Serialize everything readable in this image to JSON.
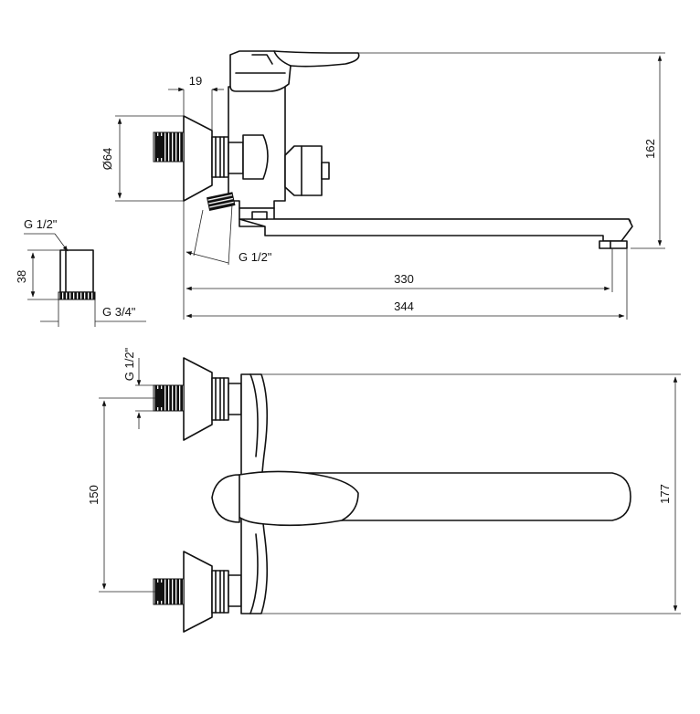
{
  "drawing": {
    "dimensions": {
      "offset_19": "19",
      "dia_64": "Ø64",
      "height_162": "162",
      "inlet_g12": "G 1/2\"",
      "outlet_g12": "G 1/2\"",
      "adapter_g12": "G 1/2\"",
      "adapter_38": "38",
      "adapter_g34": "G 3/4\"",
      "length_330": "330",
      "length_344": "344",
      "top_g12": "G 1/2\"",
      "spacing_150": "150",
      "depth_177": "177"
    },
    "colors": {
      "line": "#111111",
      "background": "#ffffff"
    }
  }
}
